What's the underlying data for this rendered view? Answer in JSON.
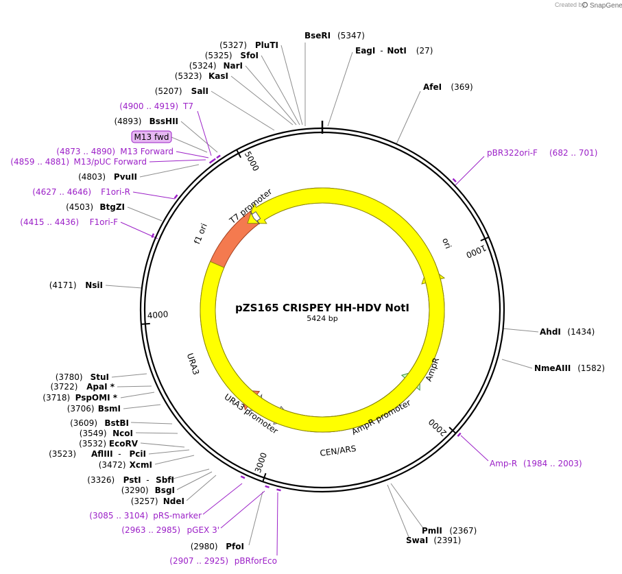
{
  "watermark": {
    "prefix": "Created by",
    "brand": "SnapGene"
  },
  "plasmid": {
    "name": "pZS165 CRISPEY HH-HDV NotI",
    "length_label": "5424 bp",
    "length_bp": 5424
  },
  "ticks": [
    {
      "bp": 1000,
      "label": "1000"
    },
    {
      "bp": 2000,
      "label": "2000"
    },
    {
      "bp": 3000,
      "label": "3000"
    },
    {
      "bp": 4000,
      "label": "4000"
    },
    {
      "bp": 5000,
      "label": "5000"
    }
  ],
  "features": [
    {
      "name": "ori",
      "start": 3910,
      "end": 1015,
      "fill": "#ffff00",
      "stroke": "#8a8a00",
      "direction": "ccw"
    },
    {
      "name": "AmpR",
      "start": 2710,
      "end": 1830,
      "fill": "#ccffcc",
      "stroke": "#3a8a3a",
      "direction": "ccw"
    },
    {
      "name": "AmpR promoter",
      "start": 2670,
      "end": 2940,
      "fill": "#ffffff",
      "stroke": "#555555",
      "direction": "ccw"
    },
    {
      "name": "CEN/ARS",
      "start": 2870,
      "end": 3270,
      "fill": "#46525a",
      "stroke": "#2a3338",
      "direction": "none"
    },
    {
      "name": "URA3",
      "start": 3780,
      "end": 3400,
      "fill": "#f47a4f",
      "stroke": "#a04020",
      "direction": "cw"
    },
    {
      "name": "URA3 promoter",
      "start": 3390,
      "end": 3200,
      "fill": "#ffffff",
      "stroke": "#555555",
      "direction": "ccw"
    },
    {
      "name": "f1 ori",
      "start": 4420,
      "end": 4810,
      "fill": "#ffff00",
      "stroke": "#8a8a00",
      "direction": "ccw"
    },
    {
      "name": "T7 promoter",
      "start": 4910,
      "end": 4870,
      "fill": "#ffffff",
      "stroke": "#555555",
      "direction": "ccw"
    }
  ],
  "sites": [
    {
      "name": "BseRI",
      "pos": "(5347)",
      "side": "right"
    },
    {
      "name": "EagI",
      "name2": "NotI",
      "pos": "(27)",
      "side": "right"
    },
    {
      "name": "AfeI",
      "pos": "(369)",
      "side": "right"
    },
    {
      "name": "AhdI",
      "pos": "(1434)",
      "side": "right"
    },
    {
      "name": "NmeAIII",
      "pos": "(1582)",
      "side": "right"
    },
    {
      "name": "PmlI",
      "pos": "(2367)",
      "side": "right"
    },
    {
      "name": "SwaI",
      "pos": "(2391)",
      "side": "right"
    },
    {
      "name": "PfoI",
      "pos": "(2980)",
      "side": "left"
    },
    {
      "name": "NdeI",
      "pos": "(3257)",
      "side": "left"
    },
    {
      "name": "BsgI",
      "pos": "(3290)",
      "side": "left"
    },
    {
      "name": "PstI",
      "name2": "SbfI",
      "pos": "(3326)",
      "side": "left"
    },
    {
      "name": "XcmI",
      "pos": "(3472)",
      "side": "left"
    },
    {
      "name": "AflIII",
      "name2": "PciI",
      "pos": "(3523)",
      "side": "left"
    },
    {
      "name": "EcoRV",
      "pos": "(3532)",
      "side": "left"
    },
    {
      "name": "NcoI",
      "pos": "(3549)",
      "side": "left"
    },
    {
      "name": "BstBI",
      "pos": "(3609)",
      "side": "left"
    },
    {
      "name": "BsmI",
      "pos": "(3706)",
      "side": "left"
    },
    {
      "name": "PspOMI *",
      "pos": "(3718)",
      "side": "left"
    },
    {
      "name": "ApaI *",
      "pos": "(3722)",
      "side": "left"
    },
    {
      "name": "StuI",
      "pos": "(3780)",
      "side": "left"
    },
    {
      "name": "NsiI",
      "pos": "(4171)",
      "side": "left"
    },
    {
      "name": "BtgZI",
      "pos": "(4503)",
      "side": "left"
    },
    {
      "name": "PvuII",
      "pos": "(4803)",
      "side": "left"
    },
    {
      "name": "BssHII",
      "pos": "(4893)",
      "side": "left"
    },
    {
      "name": "SalI",
      "pos": "(5207)",
      "side": "left"
    },
    {
      "name": "KasI",
      "pos": "(5323)",
      "side": "left"
    },
    {
      "name": "NarI",
      "pos": "(5324)",
      "side": "left"
    },
    {
      "name": "SfoI",
      "pos": "(5325)",
      "side": "left"
    },
    {
      "name": "PluTI",
      "pos": "(5327)",
      "side": "left"
    }
  ],
  "primers": [
    {
      "name": "pBR322ori-F",
      "range": "(682 .. 701)",
      "side": "right"
    },
    {
      "name": "Amp-R",
      "range": "(1984 .. 2003)",
      "side": "right"
    },
    {
      "name": "pBRforEco",
      "range": "(2907 .. 2925)",
      "side": "left"
    },
    {
      "name": "pGEX 3'",
      "range": "(2963 .. 2985)",
      "side": "left"
    },
    {
      "name": "pRS-marker",
      "range": "(3085 .. 3104)",
      "side": "left"
    },
    {
      "name": "F1ori-F",
      "range": "(4415 .. 4436)",
      "side": "left"
    },
    {
      "name": "F1ori-R",
      "range": "(4627 .. 4646)",
      "side": "left"
    },
    {
      "name": "M13/pUC Forward",
      "range": "(4859 .. 4881)",
      "side": "left"
    },
    {
      "name": "M13 Forward",
      "range": "(4873 .. 4890)",
      "side": "left"
    },
    {
      "name": "T7",
      "range": "(4900 .. 4919)",
      "side": "left"
    }
  ],
  "boxed_label": {
    "text": "M13 fwd"
  },
  "colors": {
    "primer": "#9b1fc7",
    "backbone": "#000000",
    "leader": "#8c8c8c"
  }
}
